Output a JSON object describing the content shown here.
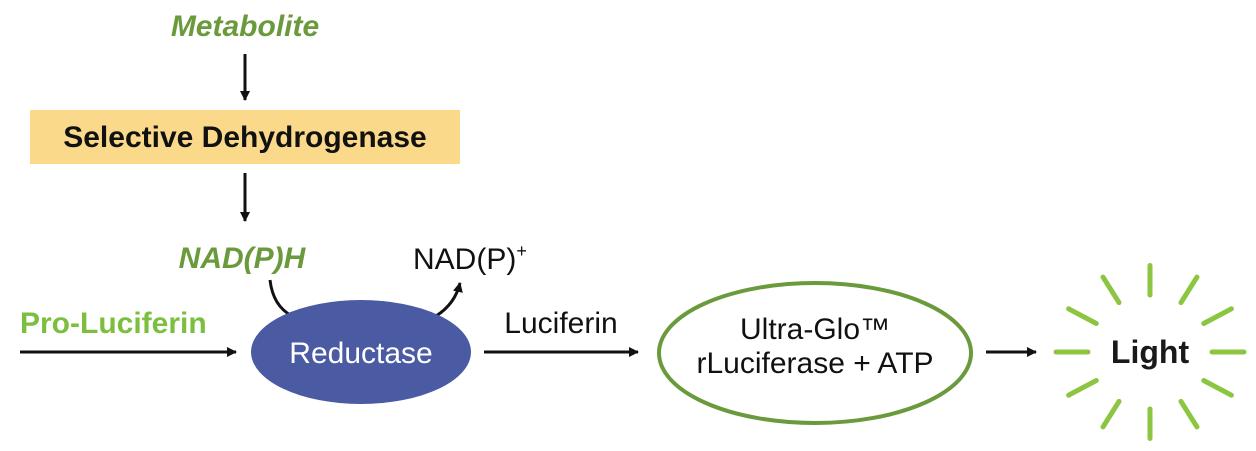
{
  "labels": {
    "metabolite": "Metabolite",
    "enzyme": "Selective Dehydrogenase",
    "nadph": "NAD(P)H",
    "nadp_base": "NAD(P)",
    "nadp_sup": "+",
    "pro_luciferin": "Pro-Luciferin",
    "reductase": "Reductase",
    "luciferin": "Luciferin",
    "ultra_glo_line1": "Ultra-Glo™",
    "ultra_glo_line2": "rLuciferase + ATP",
    "light": "Light"
  },
  "colors": {
    "green": "#6a9a3c",
    "light_green": "#7cbf3e",
    "enzyme_fill": "#fbd98a",
    "reductase_fill": "#4a5ba3",
    "reductase_text": "#ffffff",
    "arrow": "#111111",
    "ring_stroke": "#6a9a3c",
    "rays": "#8cc540"
  }
}
